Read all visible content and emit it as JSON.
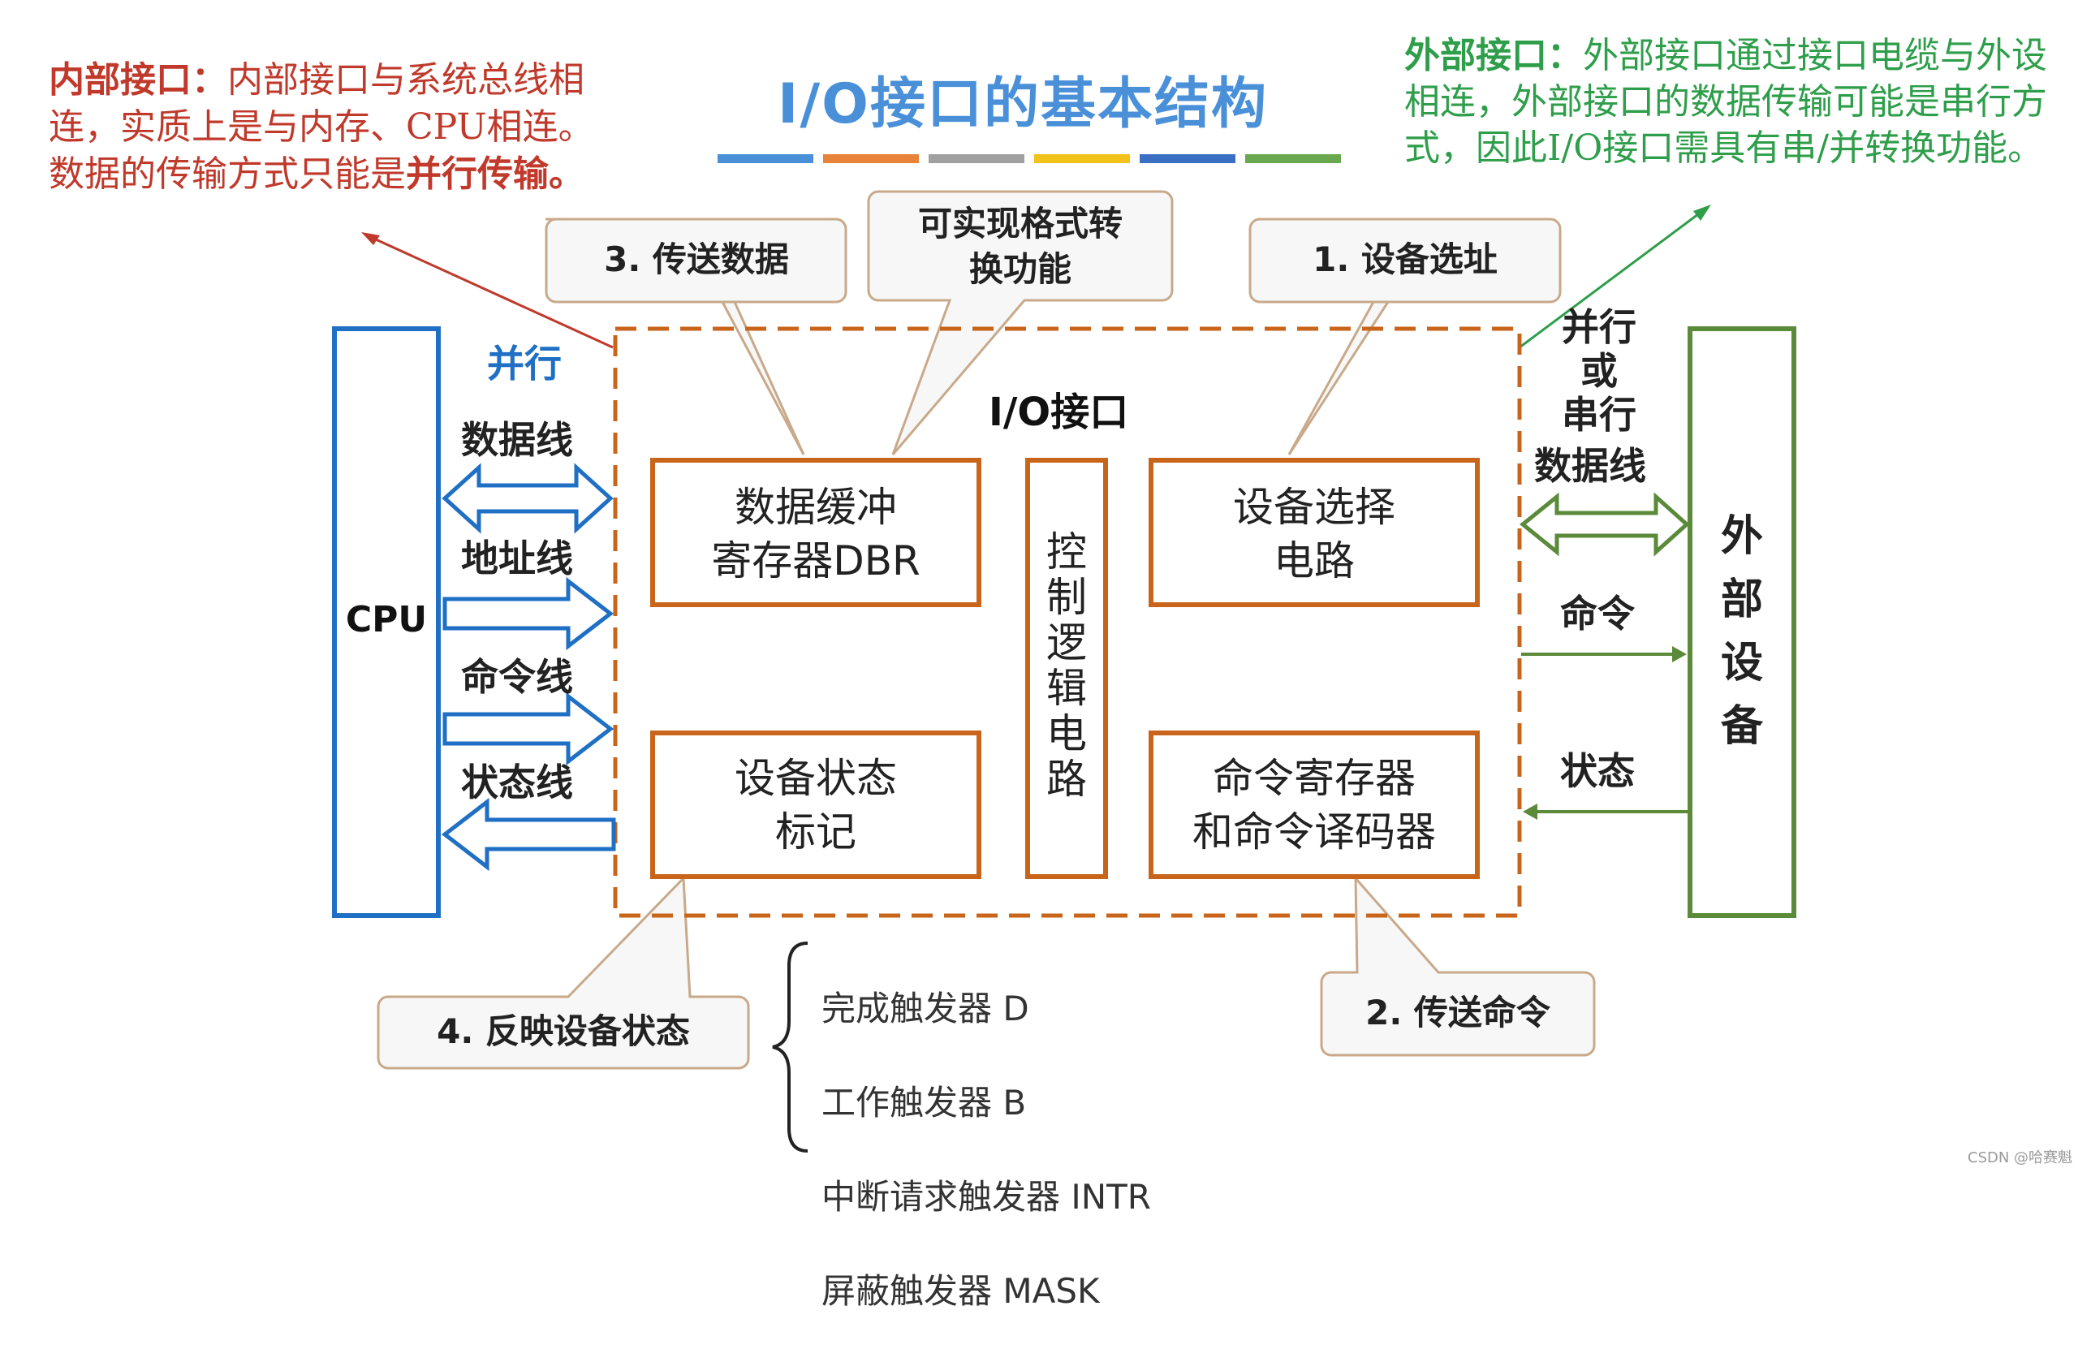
{
  "title": "I/O接口的基本结构",
  "notes": {
    "internal": {
      "lead": "内部接口：",
      "text": "内部接口与系统总线相连，实质上是与内存、CPU相连。数据的传输方式只能是",
      "emph": "并行",
      "tail": "传输。"
    },
    "external": {
      "lead": "外部接口：",
      "text": "外部接口通过接口电缆与外设相连，外部接口的数据传输可能是串行方式，因此I/O接口需具有串/并转换功能。"
    }
  },
  "callouts": {
    "send_data": "3. 传送数据",
    "format_convert": "可实现格式转\n换功能",
    "device_addr": "1. 设备选址",
    "reflect_status": "4. 反映设备状态",
    "send_cmd": "2. 传送命令"
  },
  "cpu": {
    "label": "CPU"
  },
  "io_interface": {
    "label": "I/O接口"
  },
  "bus_lines": {
    "parallel": "并行",
    "data": "数据线",
    "address": "地址线",
    "command": "命令线",
    "status": "状态线"
  },
  "blocks": {
    "dbr": "数据缓冲\n寄存器DBR",
    "device_select": "设备选择\n电路",
    "control_logic": "控\n制\n逻\n辑\n电\n路",
    "device_status": "设备状态\n标记",
    "cmd_register": "命令寄存器\n和命令译码器"
  },
  "ext_lines": {
    "mode": "并行\n或\n串行",
    "data": "数据线",
    "command": "命令",
    "status": "状态"
  },
  "external_device": {
    "label": "外\n部\n设\n备"
  },
  "triggers": [
    "完成触发器 D",
    "工作触发器 B",
    "中断请求触发器 INTR",
    "屏蔽触发器 MASK"
  ],
  "watermark": "CSDN @哈赛魁",
  "colors": {
    "title": "#4a90d9",
    "cpu_blue": "#1f6fc4",
    "orange": "#c9651a",
    "green": "#5b8a3a",
    "note_red": "#c0392b",
    "note_green": "#2e9e4a",
    "callout_border": "#c8a98a"
  },
  "title_bar_colors": [
    "#4a90d9",
    "#e8843a",
    "#a0a0a0",
    "#f2c21b",
    "#3a6fc4",
    "#6aa84f"
  ]
}
